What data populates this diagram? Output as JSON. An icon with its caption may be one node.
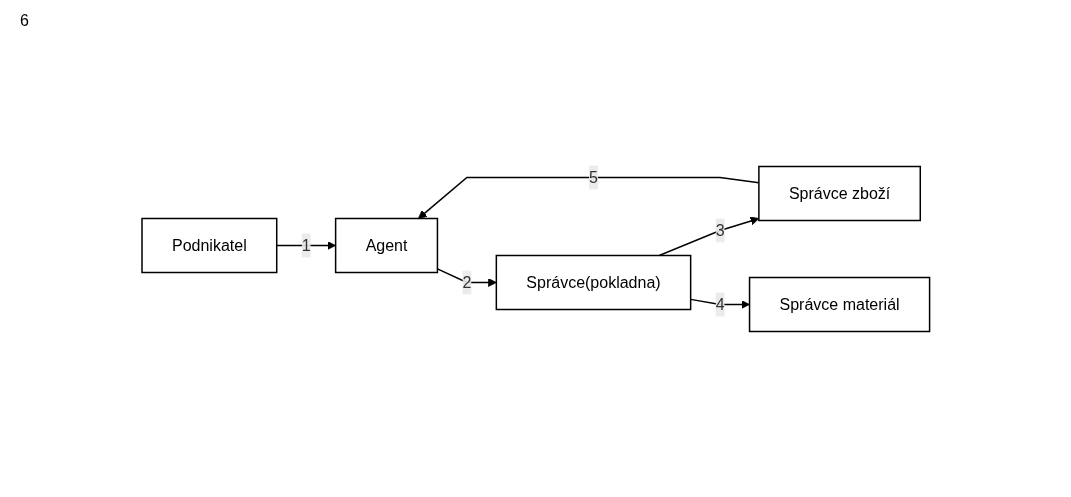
{
  "diagram": {
    "nodes": [
      {
        "text": [
          "Podnikatel"
        ]
      },
      {
        "text": [
          "Agent"
        ]
      },
      {
        "text": [
          "Správce(pokladna)"
        ]
      },
      {
        "text": [
          "Správce zboží"
        ]
      },
      {
        "text": [
          "Správce materiál"
        ]
      }
    ],
    "edges": [
      {
        "from": 0,
        "to": 1,
        "arrow": "to",
        "label": "1"
      },
      {
        "from": 1,
        "to": 2,
        "arrow": "to",
        "label": "2"
      },
      {
        "from": 2,
        "to": 3,
        "arrow": "to",
        "label": "3"
      },
      {
        "from": 2,
        "to": 4,
        "arrow": "to",
        "label": "4"
      },
      {
        "from": 3,
        "to": 1,
        "arrow": "to",
        "label": "5"
      }
    ],
    "labels": [
      "6"
    ]
  }
}
